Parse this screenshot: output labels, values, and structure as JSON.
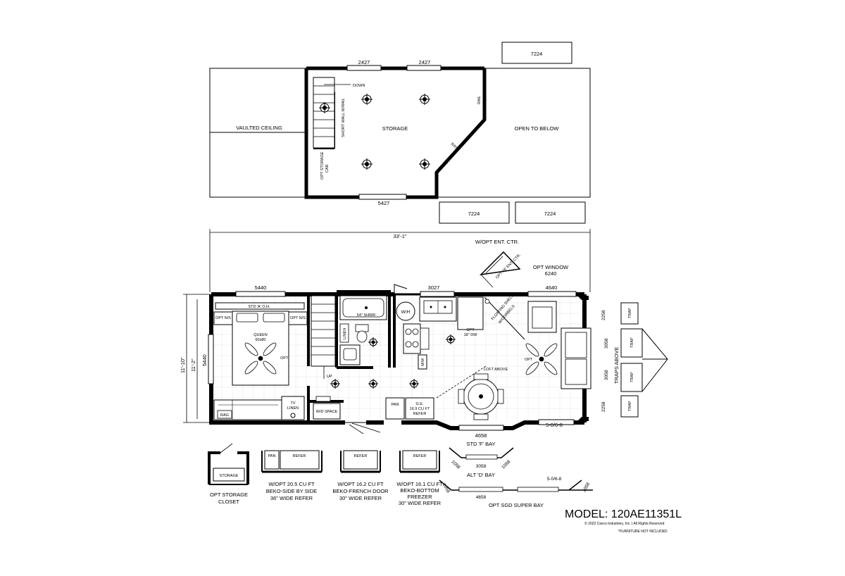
{
  "loft": {
    "window_top_left": "2427",
    "window_top_right": "2427",
    "window_bottom": "5427",
    "down_label": "DOWN",
    "short_wall_label": "SHORT WALL W/RAIL",
    "storage_label": "STORAGE",
    "rail_label_1": "RAIL",
    "rail_label_2": "RAIL",
    "opt_storage_cab_line1": "OPT STORAGE",
    "opt_storage_cab_line2": "CAB",
    "vaulted_label": "VAULTED CEILING",
    "open_below_label": "OPEN TO BELOW",
    "box_top": "7224",
    "box_bottom_left": "7224",
    "box_bottom_right": "7224"
  },
  "main": {
    "overall_width": "33'-1\"",
    "opt_ent_ctr": "W/OPT ENT. CTR.",
    "ent_ctr_inner": "OPT 18' ENT. CTR.",
    "opt_window": "OPT WINDOW",
    "opt_window_num": "6240",
    "win_5440_top": "5440",
    "win_3027": "3027",
    "win_4640": "4640",
    "win_5440_side": "5440",
    "std_a_oh": "STD 'A' O.H.",
    "opt_ns_left": "OPT N/S",
    "opt_ns_right": "OPT N/S",
    "queen": "QUEEN",
    "queen_size": "60x80",
    "opt_fan_bed": "OPT",
    "shower": "54\" SHWR",
    "wh": "W/H",
    "linen": "LINEN",
    "up": "UP",
    "opt_dw_1": "OPT",
    "opt_dw_2": "18\" DW",
    "floating_shelf_1": "FLOATING SHELF",
    "floating_shelf_2": "W/CORBELS",
    "loft_above": "LOFT ABOVE",
    "opt_fan_living": "OPT",
    "mw": "M/W",
    "tv_linen_1": "TV",
    "tv_linen_2": "LINEN",
    "rag": "RAG",
    "wd_space": "W/D SPACE",
    "pan": "PAN",
    "ge_1": "G.E.",
    "ge_2": "16.9 CU FT",
    "ge_3": "REFER",
    "win_4658": "4658",
    "std_f_bay": "STD 'F' BAY",
    "sgd_5068": "5-0/6-8",
    "dim_11_10": "11'-10\"",
    "dim_11_2": "11'-2\"",
    "win_2258_top": "2258",
    "win_2258_bottom": "2258",
    "win_3058_top": "3058",
    "win_3058_bottom": "3058",
    "traps_above": "TRAPS ABOVE",
    "trap_1": "TRAP",
    "trap_2": "TRAP",
    "trap_3": "TRAP",
    "trap_4": "TRAP"
  },
  "options": {
    "storage_closet_box": "STORAGE",
    "storage_closet_1": "OPT STORAGE",
    "storage_closet_2": "CLOSET",
    "sbs_pan": "PAN",
    "sbs_refer": "REFER",
    "sbs_1": "W/OPT 20.5 CU FT",
    "sbs_2": "BEKO-SIDE BY SIDE",
    "sbs_3": "36\" WIDE REFER",
    "fd_refer": "REFER",
    "fd_1": "W/OPT 16.2 CU FT",
    "fd_2": "BEKO-FRENCH DOOR",
    "fd_3": "30\" WIDE REFER",
    "bf_refer": "REFER",
    "bf_1": "W/OPT 16.1 CU FT",
    "bf_2": "BEKO-BOTTOM",
    "bf_3": "FREEZER",
    "bf_4": "30\" WIDE REFER",
    "alt_d_left": "1058",
    "alt_d_mid": "3058",
    "alt_d_right": "1058",
    "alt_d_label": "ALT 'D' BAY",
    "super_left": "1058",
    "super_mid": "4658",
    "super_sgd": "5-0/6-8",
    "super_right": "1058",
    "super_label": "OPT SGD SUPER BAY"
  },
  "footer": {
    "model": "MODEL: 120AE11351L",
    "copyright": "© 2023 Cavco Industries, Inc. | All Rights Reserved",
    "furniture": "*FURNITURE NOT INCLUDED"
  }
}
